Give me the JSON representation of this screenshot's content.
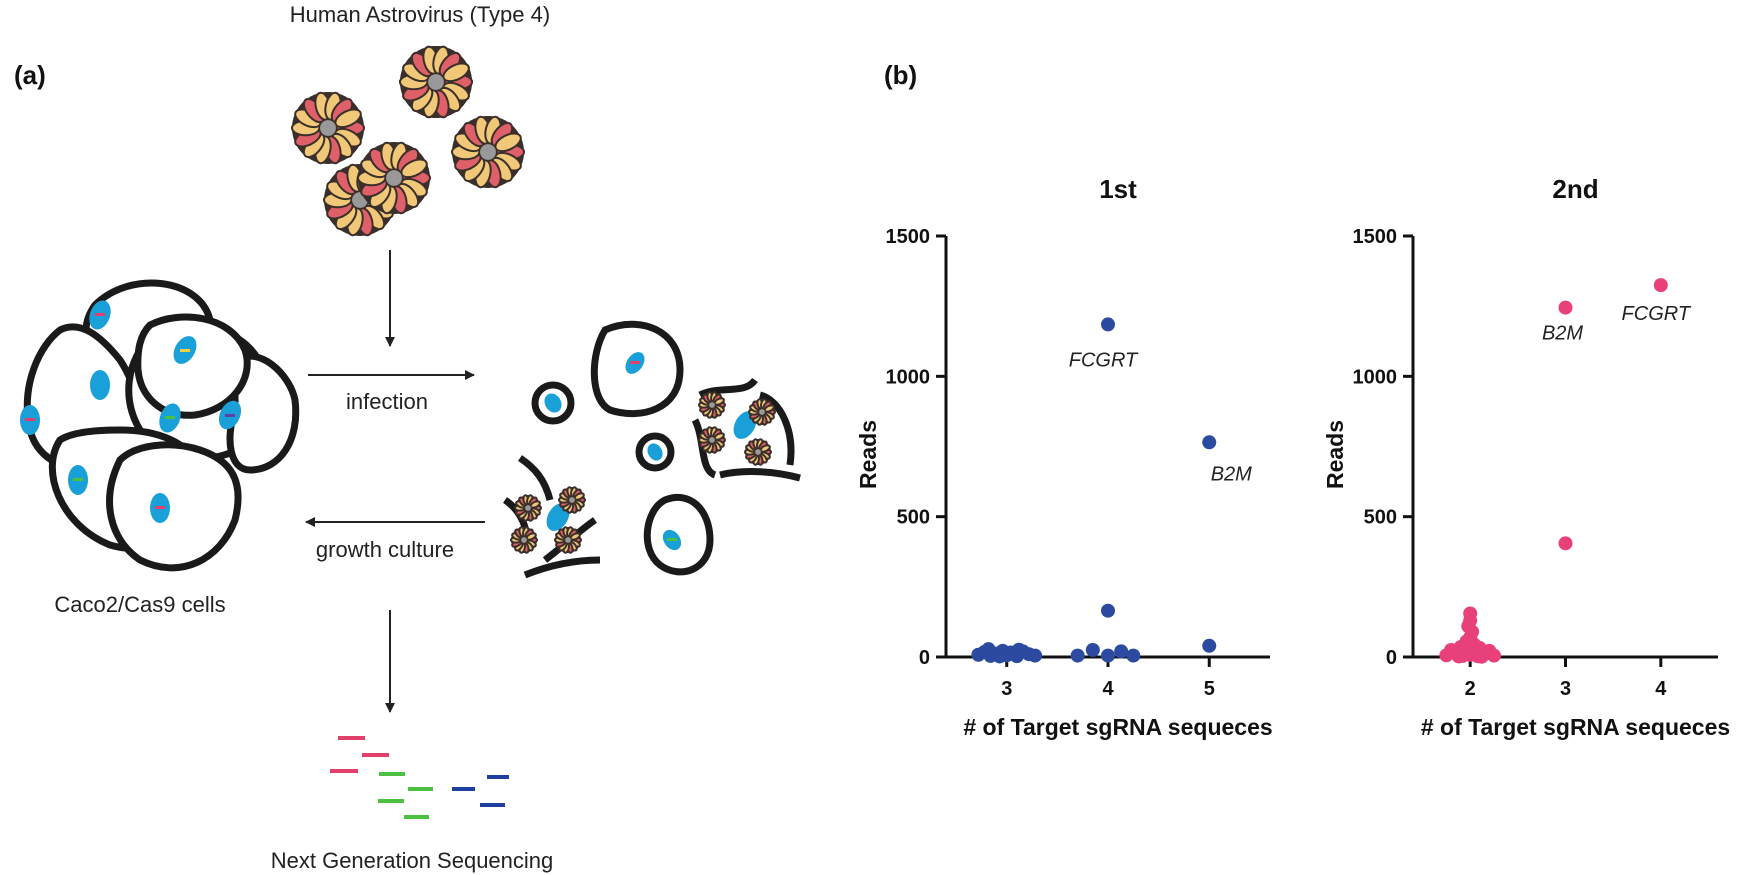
{
  "panel_a": {
    "label": "(a)",
    "virus_label": "Human Astrovirus (Type 4)",
    "infection_label": "infection",
    "growth_label": "growth culture",
    "cells_label": "Caco2/Cas9 cells",
    "ngs_label": "Next Generation Sequencing"
  },
  "panel_b": {
    "label": "(b)"
  },
  "colors": {
    "series1": "#2b4aa0",
    "series2": "#e8407a",
    "nucleus": "#1aa0d8",
    "petal": "#f0c878",
    "petal_alt": "#e0606a",
    "read_red": "#e0406a",
    "read_green": "#4cc040",
    "read_blue": "#2040a0"
  },
  "chart_data": [
    {
      "type": "scatter",
      "title": "1st",
      "xlabel": "# of Target sgRNA sequeces",
      "ylabel": "Reads",
      "x_ticks": [
        "3",
        "4",
        "5"
      ],
      "y_ticks": [
        "0",
        "500",
        "1000",
        "1500"
      ],
      "ylim": [
        0,
        1500
      ],
      "xlim": [
        2.4,
        5.6
      ],
      "points": [
        {
          "x": 4,
          "y": 1185,
          "label": "FCGRT"
        },
        {
          "x": 5,
          "y": 765,
          "label": "B2M"
        },
        {
          "x": 4,
          "y": 165
        },
        {
          "x": 5,
          "y": 40
        },
        {
          "x": 3.7,
          "y": 5
        },
        {
          "x": 3.85,
          "y": 25
        },
        {
          "x": 4.0,
          "y": 5
        },
        {
          "x": 4.13,
          "y": 20
        },
        {
          "x": 4.25,
          "y": 5
        },
        {
          "x": 2.72,
          "y": 8
        },
        {
          "x": 2.78,
          "y": 18
        },
        {
          "x": 2.84,
          "y": 4
        },
        {
          "x": 2.9,
          "y": 12
        },
        {
          "x": 2.96,
          "y": 22
        },
        {
          "x": 3.0,
          "y": 6
        },
        {
          "x": 3.04,
          "y": 16
        },
        {
          "x": 3.1,
          "y": 3
        },
        {
          "x": 3.16,
          "y": 20
        },
        {
          "x": 3.22,
          "y": 10
        },
        {
          "x": 3.28,
          "y": 5
        },
        {
          "x": 2.82,
          "y": 28
        },
        {
          "x": 3.12,
          "y": 26
        },
        {
          "x": 2.93,
          "y": 2
        },
        {
          "x": 3.07,
          "y": 10
        }
      ]
    },
    {
      "type": "scatter",
      "title": "2nd",
      "xlabel": "# of Target sgRNA sequeces",
      "ylabel": "Reads",
      "x_ticks": [
        "2",
        "3",
        "4"
      ],
      "y_ticks": [
        "0",
        "500",
        "1000",
        "1500"
      ],
      "ylim": [
        0,
        1500
      ],
      "xlim": [
        1.4,
        4.6
      ],
      "points": [
        {
          "x": 4,
          "y": 1325,
          "label": "FCGRT"
        },
        {
          "x": 3,
          "y": 1245,
          "label": "B2M"
        },
        {
          "x": 3,
          "y": 405
        },
        {
          "x": 2.0,
          "y": 155
        },
        {
          "x": 2.0,
          "y": 130
        },
        {
          "x": 1.98,
          "y": 110
        },
        {
          "x": 2.02,
          "y": 90
        },
        {
          "x": 2.0,
          "y": 70
        },
        {
          "x": 1.96,
          "y": 55
        },
        {
          "x": 2.04,
          "y": 45
        },
        {
          "x": 1.9,
          "y": 35
        },
        {
          "x": 2.1,
          "y": 32
        },
        {
          "x": 1.8,
          "y": 25
        },
        {
          "x": 2.2,
          "y": 22
        },
        {
          "x": 1.85,
          "y": 12
        },
        {
          "x": 2.15,
          "y": 10
        },
        {
          "x": 1.75,
          "y": 6
        },
        {
          "x": 2.25,
          "y": 5
        },
        {
          "x": 1.92,
          "y": 4
        },
        {
          "x": 2.08,
          "y": 3
        },
        {
          "x": 1.95,
          "y": 20
        },
        {
          "x": 2.05,
          "y": 18
        },
        {
          "x": 1.88,
          "y": 2
        },
        {
          "x": 2.12,
          "y": 1
        },
        {
          "x": 2.0,
          "y": 8
        },
        {
          "x": 1.97,
          "y": 28
        },
        {
          "x": 2.03,
          "y": 30
        }
      ]
    }
  ]
}
